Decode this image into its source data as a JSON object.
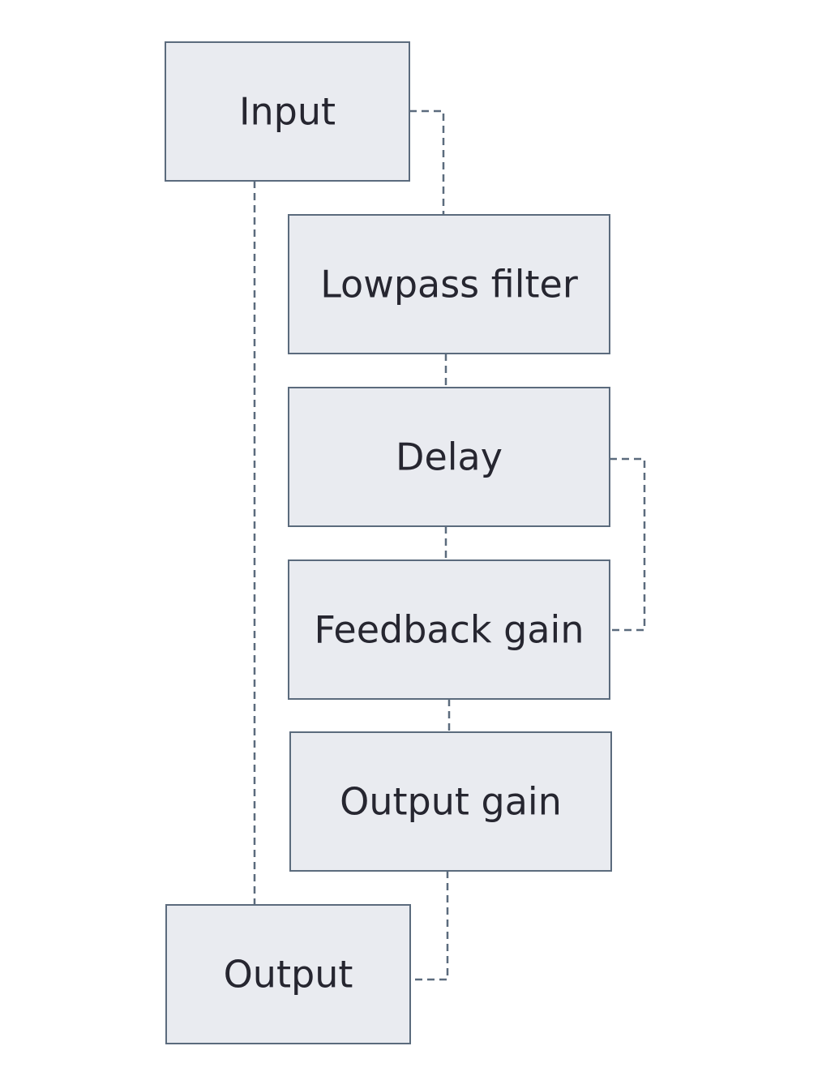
{
  "diagram": {
    "nodes": {
      "input": "Input",
      "lowpass": "Lowpass filter",
      "delay": "Delay",
      "feedback": "Feedback gain",
      "output_gain": "Output gain",
      "output": "Output"
    },
    "edges": [
      {
        "from": "input",
        "to": "lowpass"
      },
      {
        "from": "lowpass",
        "to": "delay"
      },
      {
        "from": "delay",
        "to": "feedback"
      },
      {
        "from": "feedback",
        "to": "delay"
      },
      {
        "from": "feedback",
        "to": "output_gain"
      },
      {
        "from": "output_gain",
        "to": "output"
      },
      {
        "from": "input",
        "to": "output"
      }
    ],
    "colors": {
      "node_fill": "#e9ebf0",
      "node_stroke": "#5b6b7d",
      "edge": "#5b6b7d",
      "text": "#262630"
    }
  }
}
